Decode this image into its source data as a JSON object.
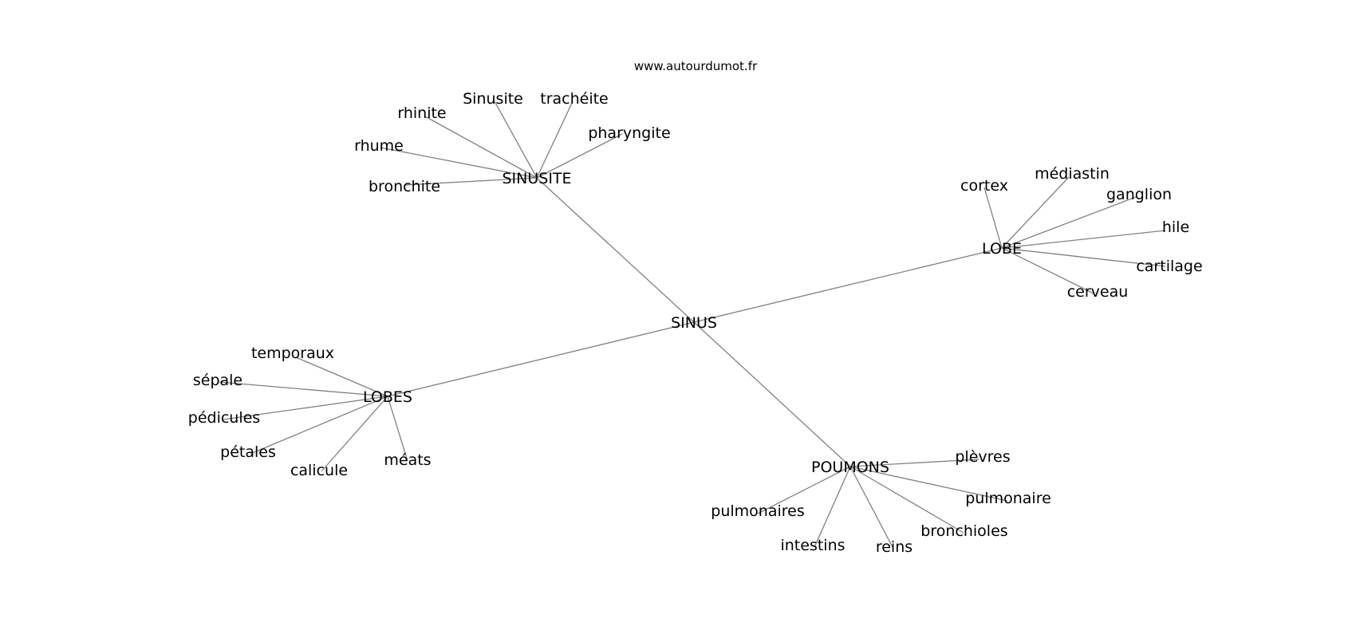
{
  "watermark": "www.autourdumot.fr",
  "colors": {
    "edge": "#808080",
    "text": "#000000",
    "background": "#ffffff"
  },
  "graph": {
    "root": "SINUS",
    "hubs": [
      {
        "id": "sinusite",
        "label": "SINUSITE",
        "leaves": [
          "rhinite",
          "Sinusite",
          "trachéite",
          "pharyngite",
          "rhume",
          "bronchite"
        ]
      },
      {
        "id": "lobe",
        "label": "LOBE",
        "leaves": [
          "cortex",
          "médiastin",
          "ganglion",
          "hile",
          "cartilage",
          "cerveau"
        ]
      },
      {
        "id": "lobes",
        "label": "LOBES",
        "leaves": [
          "temporaux",
          "sépale",
          "pédicules",
          "pétales",
          "calicule",
          "méats"
        ]
      },
      {
        "id": "poumons",
        "label": "POUMONS",
        "leaves": [
          "plèvres",
          "pulmonaire",
          "bronchioles",
          "reins",
          "intestins",
          "pulmonaires"
        ]
      }
    ]
  }
}
